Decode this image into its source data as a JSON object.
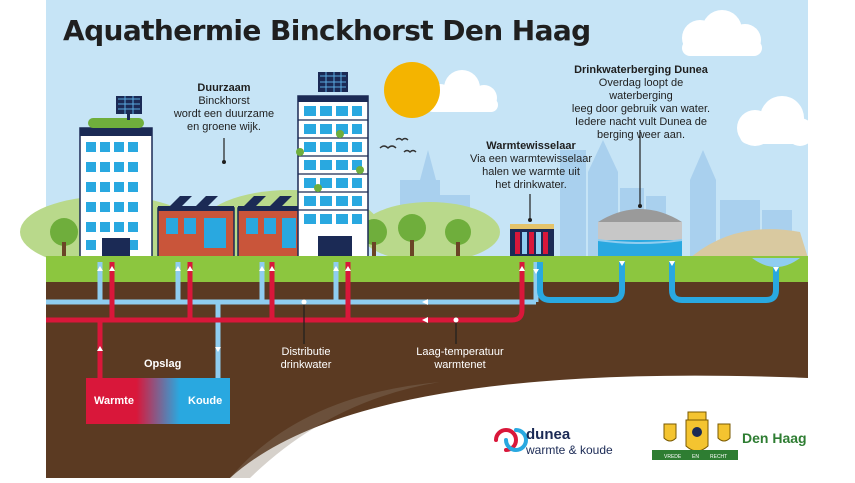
{
  "title": "Aquathermie Binckhorst Den Haag",
  "notes": {
    "duurzaam": {
      "heading": "Duurzaam",
      "lines": [
        "Binckhorst",
        "wordt een duurzame",
        "en groene wijk."
      ]
    },
    "warmtewisselaar": {
      "heading": "Warmtewisselaar",
      "lines": [
        "Via een warmtewisselaar",
        "halen we warmte uit",
        "het drinkwater."
      ]
    },
    "drinkwaterberging": {
      "heading": "Drinkwaterberging Dunea",
      "lines": [
        "Overdag loopt de waterberging",
        "leeg door gebruik van water.",
        "Iedere nacht vult Dunea de",
        "berging weer aan."
      ]
    }
  },
  "labels": {
    "opslag": "Opslag",
    "warmte": "Warmte",
    "koude": "Koude",
    "distributie": [
      "Distributie",
      "drinkwater"
    ],
    "laag_temperatuur": [
      "Laag-temperatuur",
      "warmtenet"
    ]
  },
  "logos": {
    "dunea_line1": "dunea",
    "dunea_line2": "warmte & koude",
    "den_haag": "Den Haag",
    "crest_motto_left": "VREDE",
    "crest_motto_mid": "EN",
    "crest_motto_right": "RECHT"
  },
  "colors": {
    "sky": "#c6e4f6",
    "grass": "#8cc63f",
    "soil": "#5b3a22",
    "heat_pipe": "#d9173a",
    "cold_pipe": "#8fcdf0",
    "water": "#29a8e0",
    "dunea_blue": "#1b2a55",
    "den_haag_green": "#2e7d32",
    "sun": "#f4b400"
  },
  "icons": [
    "sun-icon",
    "cloud-icon",
    "bird-icon",
    "solar-panel-icon",
    "tree-icon",
    "arrow-up-icon",
    "arrow-down-icon",
    "arrow-left-icon",
    "dunea-logo-icon",
    "den-haag-crest-icon"
  ]
}
